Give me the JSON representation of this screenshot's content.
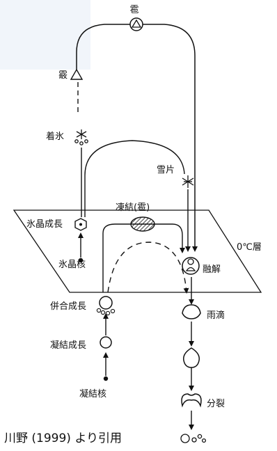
{
  "labels": {
    "hail": "雹",
    "graupel": "霰",
    "riming": "着氷",
    "snowflake": "雪片",
    "freezing_hail": "凍結(雹)",
    "ice_crystal_growth": "氷晶成長",
    "ice_nucleus": "氷晶核",
    "zero_c_layer": "0℃層",
    "melting": "融解",
    "coalescence_growth": "併合成長",
    "condensation_growth": "凝結成長",
    "condensation_nucleus": "凝結核",
    "raindrop": "雨滴",
    "breakup": "分裂"
  },
  "citation": "川野 (1999) より引用"
}
